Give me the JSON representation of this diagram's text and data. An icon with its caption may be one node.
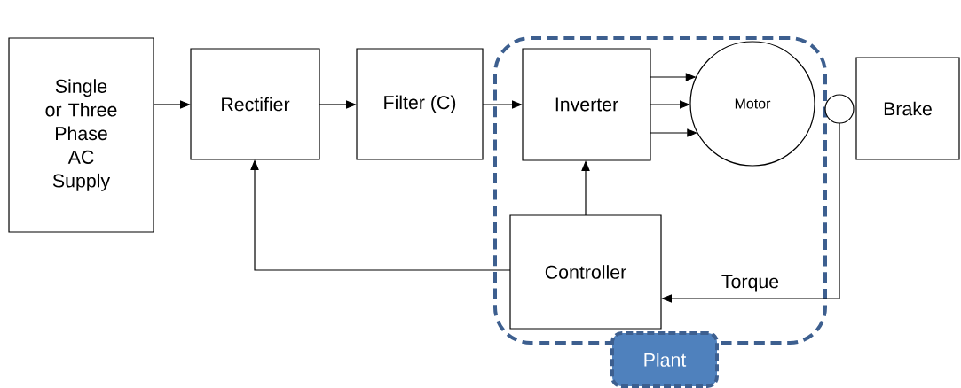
{
  "diagram": {
    "nodes": [
      {
        "text": [
          "Single or Three Phase AC Supply"
        ]
      },
      {
        "text": [
          "Rectifier"
        ]
      },
      {
        "text": [
          "Filter (C)"
        ]
      },
      {
        "text": [],
        "shape": "box"
      },
      {
        "text": [
          "Inverter"
        ],
        "in": 3
      },
      {
        "text": [
          "Motor"
        ],
        "in": 3
      },
      {
        "text": [],
        "shape": "circle"
      },
      {
        "text": [
          "Brake"
        ]
      },
      {
        "text": [
          "Controller"
        ],
        "in": 3
      },
      {
        "text": [
          "Plant"
        ]
      }
    ],
    "edges": [
      {
        "from": 0,
        "to": 1,
        "arrow": "to"
      },
      {
        "from": 1,
        "to": 2,
        "arrow": "to"
      },
      {
        "from": 2,
        "to": 4,
        "arrow": "to"
      },
      {
        "from": 4,
        "to": 5,
        "arrow": "to"
      },
      {
        "from": 4,
        "to": 5,
        "arrow": "to"
      },
      {
        "from": 4,
        "to": 5,
        "arrow": "to"
      },
      {
        "from": 8,
        "to": 4,
        "arrow": "to"
      },
      {
        "from": 8,
        "to": 1,
        "arrow": "to"
      },
      {
        "from": 6,
        "to": 8,
        "arrow": "to",
        "label": "Torque"
      }
    ]
  }
}
